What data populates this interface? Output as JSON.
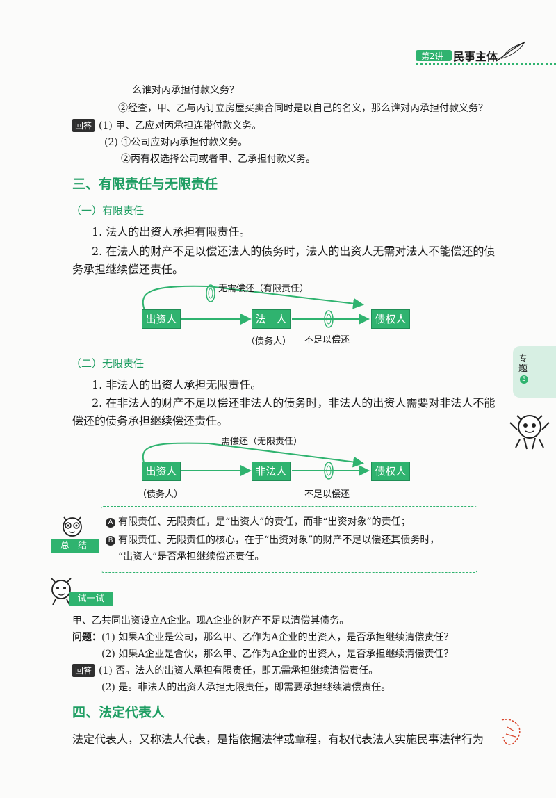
{
  "header": {
    "chip": "第2讲",
    "title": "民事主体"
  },
  "top": {
    "line1": "么谁对丙承担付款义务？",
    "line2": "②经查，甲、乙与丙订立房屋买卖合同时是以自己的名义，那么谁对丙承担付款义务？",
    "answer_badge": "回答",
    "ans1": "(1) 甲、乙应对丙承担连带付款义务。",
    "ans2": "(2) ①公司应对丙承担付款义务。",
    "ans3": "②丙有权选择公司或者甲、乙承担付款义务。"
  },
  "section3": {
    "title": "三、有限责任与无限责任",
    "sub1": "（一）有限责任",
    "p1": "1. 法人的出资人承担有限责任。",
    "p2a": "2. 在法人的财产不足以偿还法人的债务时，法人的出资人无需对法人不能偿还的债",
    "p2b": "务承担继续偿还责任。",
    "diagram1": {
      "arc_label": "无需偿还（有限责任）",
      "box1": "出资人",
      "box2": "法　人",
      "box3": "债权人",
      "under_box2": "（债务人）",
      "under_arrow": "不足以偿还"
    },
    "sub2": "（二）无限责任",
    "p3": "1. 非法人的出资人承担无限责任。",
    "p4a": "2. 在非法人的财产不足以偿还非法人的债务时，非法人的出资人需要对非法人不能",
    "p4b": "偿还的债务承担继续偿还责任。",
    "diagram2": {
      "arc_label": "需偿还（无限责任）",
      "box1": "出资人",
      "box2": "非法人",
      "box3": "债权人",
      "under_box1": "（债务人）",
      "under_arrow": "不足以偿还"
    }
  },
  "tab": {
    "label": "专题",
    "num": "5"
  },
  "summary": {
    "tag": "总 结",
    "a_mark": "A",
    "a_text": "有限责任、无限责任，是“出资人”的责任，而非“出资对象”的责任；",
    "b_mark": "B",
    "b_text1": "有限责任、无限责任的核心，在于“出资对象”的财产不足以偿还其债务时，",
    "b_text2": "“出资人”是否承担继续偿还责任。"
  },
  "try": {
    "tag": "试一试",
    "stem": "甲、乙共同出资设立A企业。现A企业的财产不足以清偿其债务。",
    "q_label": "问题：",
    "q1": "(1) 如果A企业是公司，那么甲、乙作为A企业的出资人，是否承担继续清偿责任？",
    "q2": "(2) 如果A企业是合伙，那么甲、乙作为A企业的出资人，是否承担继续清偿责任？",
    "answer_badge": "回答",
    "a1": "(1) 否。法人的出资人承担有限责任，即无需承担继续清偿责任。",
    "a2": "(2) 是。非法人的出资人承担无限责任，即需要承担继续清偿责任。"
  },
  "section4": {
    "title": "四、法定代表人",
    "p1": "法定代表人，又称法人代表，是指依据法律或章程，有权代表法人实施民事法律行为"
  },
  "colors": {
    "accent": "#1f9e63",
    "box_fill": "#2fb36f"
  }
}
